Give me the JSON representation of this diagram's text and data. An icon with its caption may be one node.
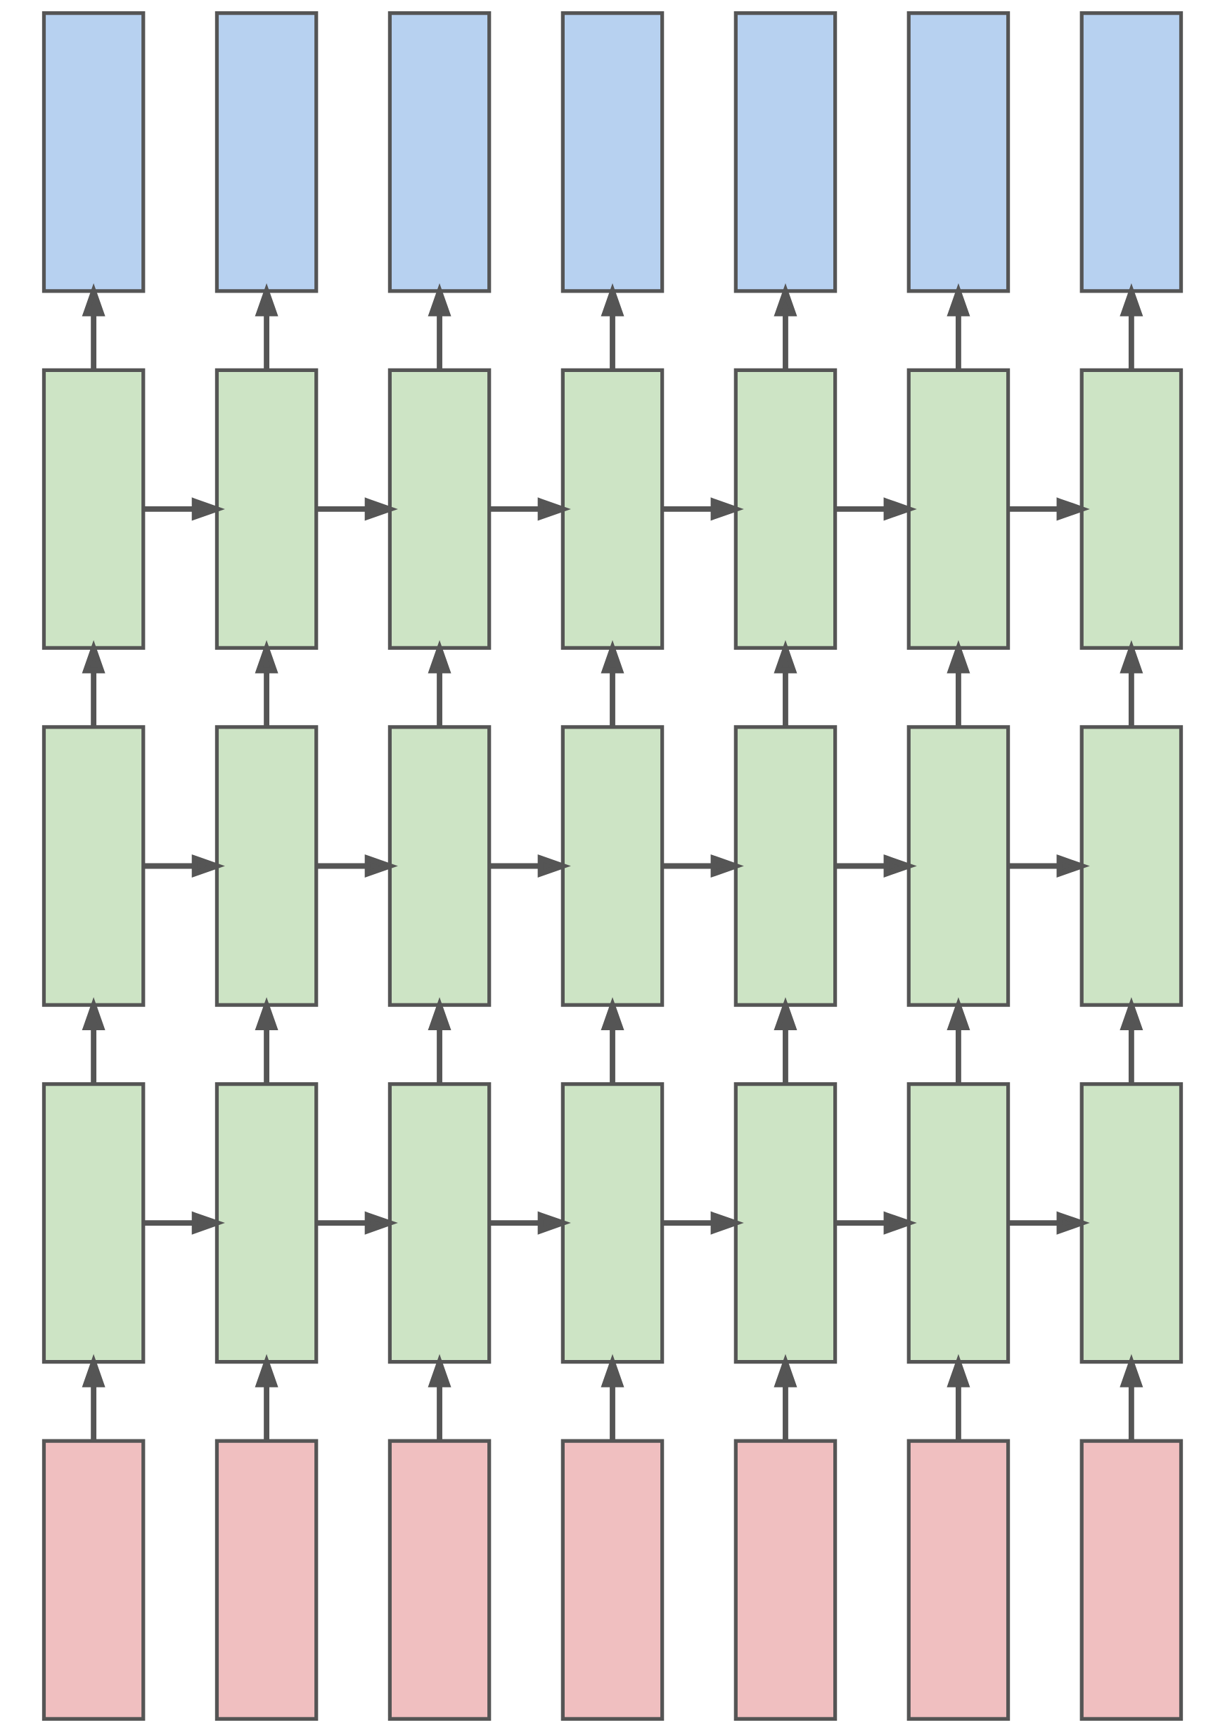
{
  "diagram": {
    "nodes": [
      {
        "text": [],
        "shape": "box"
      },
      {
        "text": [],
        "shape": "box"
      },
      {
        "text": [],
        "shape": "box"
      },
      {
        "text": [],
        "shape": "box"
      },
      {
        "text": [],
        "shape": "box"
      },
      {
        "text": [],
        "shape": "box"
      },
      {
        "text": [],
        "shape": "box"
      },
      {
        "text": [],
        "shape": "box"
      },
      {
        "text": [],
        "shape": "box"
      },
      {
        "text": [],
        "shape": "box"
      },
      {
        "text": [],
        "shape": "box"
      },
      {
        "text": [],
        "shape": "box"
      },
      {
        "text": [],
        "shape": "box"
      },
      {
        "text": [],
        "shape": "box"
      },
      {
        "text": [],
        "shape": "box"
      },
      {
        "text": [],
        "shape": "box"
      },
      {
        "text": [],
        "shape": "box"
      },
      {
        "text": [],
        "shape": "box"
      },
      {
        "text": [],
        "shape": "box"
      },
      {
        "text": [],
        "shape": "box"
      },
      {
        "text": [],
        "shape": "box"
      },
      {
        "text": [],
        "shape": "box"
      },
      {
        "text": [],
        "shape": "box"
      },
      {
        "text": [],
        "shape": "box"
      },
      {
        "text": [],
        "shape": "box"
      },
      {
        "text": [],
        "shape": "box"
      },
      {
        "text": [],
        "shape": "box"
      },
      {
        "text": [],
        "shape": "box"
      },
      {
        "text": [],
        "shape": "box"
      },
      {
        "text": [],
        "shape": "box"
      },
      {
        "text": [],
        "shape": "box"
      },
      {
        "text": [],
        "shape": "box"
      },
      {
        "text": [],
        "shape": "box"
      },
      {
        "text": [],
        "shape": "box"
      },
      {
        "text": [],
        "shape": "box"
      }
    ],
    "edges": [
      {
        "from": 28,
        "to": 21,
        "arrow": "to"
      },
      {
        "from": 29,
        "to": 22,
        "arrow": "to"
      },
      {
        "from": 30,
        "to": 23,
        "arrow": "to"
      },
      {
        "from": 31,
        "to": 24,
        "arrow": "to"
      },
      {
        "from": 32,
        "to": 25,
        "arrow": "to"
      },
      {
        "from": 33,
        "to": 26,
        "arrow": "to"
      },
      {
        "from": 34,
        "to": 27,
        "arrow": "to"
      },
      {
        "from": 21,
        "to": 22,
        "arrow": "to"
      },
      {
        "from": 22,
        "to": 23,
        "arrow": "to"
      },
      {
        "from": 23,
        "to": 24,
        "arrow": "to"
      },
      {
        "from": 24,
        "to": 25,
        "arrow": "to"
      },
      {
        "from": 25,
        "to": 26,
        "arrow": "to"
      },
      {
        "from": 26,
        "to": 27,
        "arrow": "to"
      },
      {
        "from": 21,
        "to": 14,
        "arrow": "to"
      },
      {
        "from": 22,
        "to": 15,
        "arrow": "to"
      },
      {
        "from": 23,
        "to": 16,
        "arrow": "to"
      },
      {
        "from": 24,
        "to": 17,
        "arrow": "to"
      },
      {
        "from": 25,
        "to": 18,
        "arrow": "to"
      },
      {
        "from": 26,
        "to": 19,
        "arrow": "to"
      },
      {
        "from": 27,
        "to": 20,
        "arrow": "to"
      },
      {
        "from": 14,
        "to": 15,
        "arrow": "to"
      },
      {
        "from": 15,
        "to": 16,
        "arrow": "to"
      },
      {
        "from": 16,
        "to": 17,
        "arrow": "to"
      },
      {
        "from": 17,
        "to": 18,
        "arrow": "to"
      },
      {
        "from": 18,
        "to": 19,
        "arrow": "to"
      },
      {
        "from": 19,
        "to": 20,
        "arrow": "to"
      },
      {
        "from": 14,
        "to": 7,
        "arrow": "to"
      },
      {
        "from": 15,
        "to": 8,
        "arrow": "to"
      },
      {
        "from": 16,
        "to": 9,
        "arrow": "to"
      },
      {
        "from": 17,
        "to": 10,
        "arrow": "to"
      },
      {
        "from": 18,
        "to": 11,
        "arrow": "to"
      },
      {
        "from": 19,
        "to": 12,
        "arrow": "to"
      },
      {
        "from": 20,
        "to": 13,
        "arrow": "to"
      },
      {
        "from": 7,
        "to": 8,
        "arrow": "to"
      },
      {
        "from": 8,
        "to": 9,
        "arrow": "to"
      },
      {
        "from": 9,
        "to": 10,
        "arrow": "to"
      },
      {
        "from": 10,
        "to": 11,
        "arrow": "to"
      },
      {
        "from": 11,
        "to": 12,
        "arrow": "to"
      },
      {
        "from": 12,
        "to": 13,
        "arrow": "to"
      },
      {
        "from": 7,
        "to": 0,
        "arrow": "to"
      },
      {
        "from": 8,
        "to": 1,
        "arrow": "to"
      },
      {
        "from": 9,
        "to": 2,
        "arrow": "to"
      },
      {
        "from": 10,
        "to": 3,
        "arrow": "to"
      },
      {
        "from": 11,
        "to": 4,
        "arrow": "to"
      },
      {
        "from": 12,
        "to": 5,
        "arrow": "to"
      },
      {
        "from": 13,
        "to": 6,
        "arrow": "to"
      }
    ]
  }
}
